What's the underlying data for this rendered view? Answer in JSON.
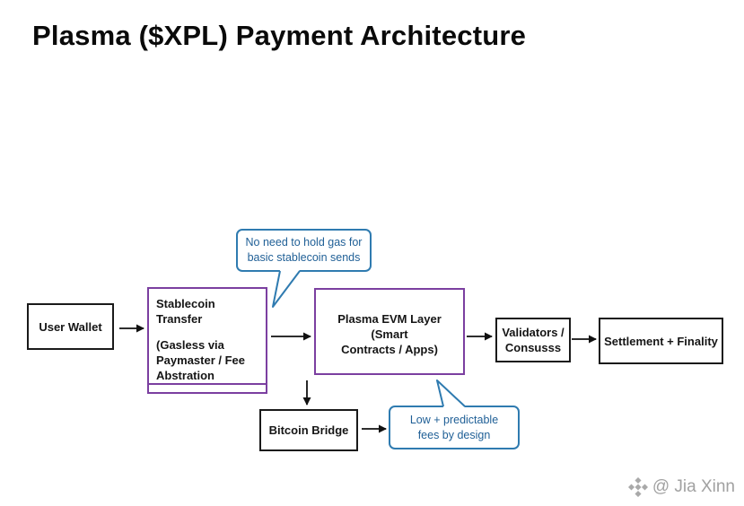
{
  "title": "Plasma ($XPL) Payment Architecture",
  "nodes": {
    "user_wallet": "User Wallet",
    "stablecoin_transfer": {
      "line1": "Stablecoin Transfer",
      "line2": "(Gasless via",
      "line3": "Paymaster / Fee",
      "line4": "Abstration"
    },
    "plasma_evm": {
      "line1": "Plasma EVM Layer",
      "line2": "(Smart",
      "line3": "Contracts / Apps)"
    },
    "validators": {
      "line1": "Validators /",
      "line2": "Consusss"
    },
    "settlement": "Settlement + Finality",
    "bitcoin_bridge": "Bitcoin Bridge"
  },
  "callouts": {
    "gas": {
      "line1": "No need to hold gas for",
      "line2": "basic stablecoin sends"
    },
    "fees": {
      "line1": "Low + predictable",
      "line2": "fees by design"
    }
  },
  "watermark": "@ Jia Xinn",
  "colors": {
    "box_border": "#1a1a1a",
    "highlight_border": "#7b3fa0",
    "callout": "#2f7bb0",
    "callout_text": "#1f5f96"
  }
}
